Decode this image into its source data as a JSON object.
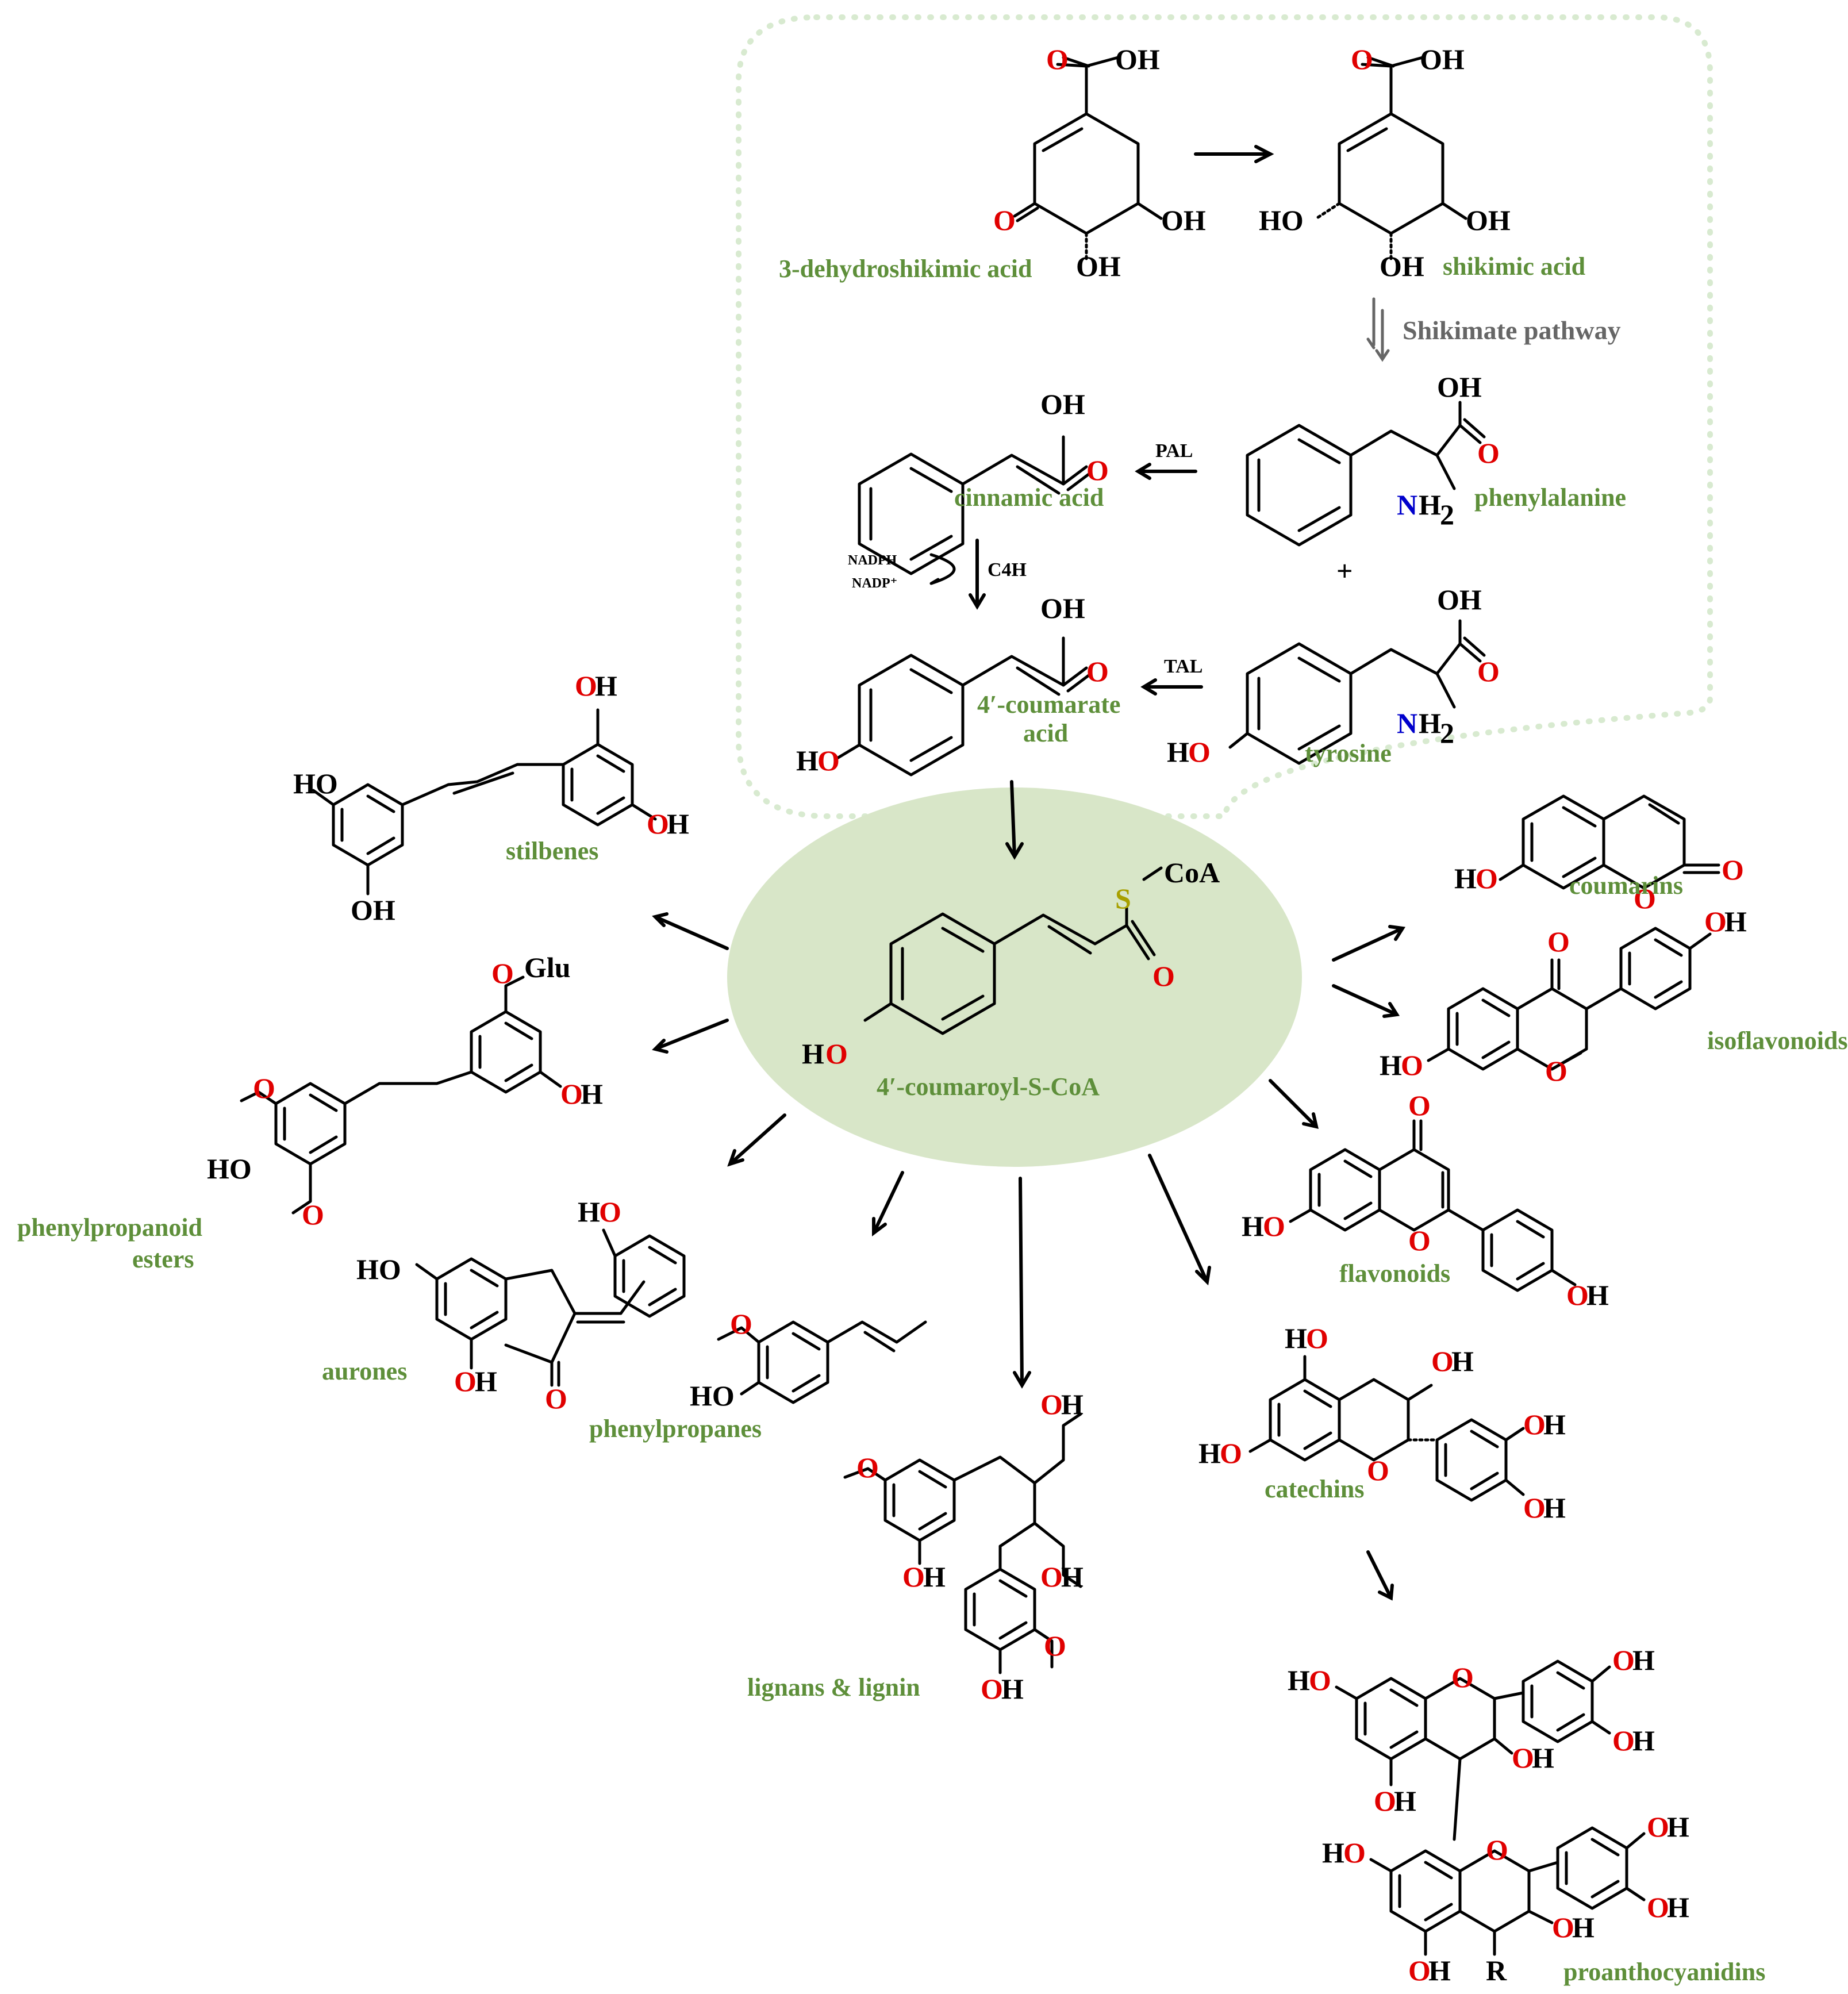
{
  "compounds": {
    "dehydroshikimic": "3-dehydroshikimic acid",
    "shikimic": "shikimic acid",
    "cinnamic": "cinnamic acid",
    "phenylalanine": "phenylalanine",
    "coumarate_1": "4′-coumarate",
    "coumarate_2": "acid",
    "tyrosine": "tyrosine",
    "central": "4′-coumaroyl-S-CoA",
    "stilbenes": "stilbenes",
    "phenylpropanoid_esters_1": "phenylpropanoid",
    "phenylpropanoid_esters_2": "esters",
    "aurones": "aurones",
    "phenylpropanes": "phenylpropanes",
    "lignans": "lignans & lignin",
    "coumarins": "coumarins",
    "isoflavonoids": "isoflavonoids",
    "flavonoids": "flavonoids",
    "catechins": "catechins",
    "proanthocyanidins": "proanthocyanidins"
  },
  "pathway_labels": {
    "shikimate_pathway": "Shikimate pathway",
    "plus": "+"
  },
  "enzymes": {
    "pal": "PAL",
    "c4h": "C4H",
    "tal": "TAL",
    "nadph": "NADPH",
    "nadp": "NADP⁺"
  },
  "atoms": {
    "O": "O",
    "OH": "OH",
    "HO": "HO",
    "N": "N",
    "H2": "H",
    "sub2": "2",
    "S": "S",
    "CoA": "CoA",
    "Glu": "Glu",
    "R": "R"
  },
  "colors": {
    "compound_name": "#5e8f3a",
    "oxygen": "#e00000",
    "nitrogen": "#0000cc",
    "sulfur": "#a8a000",
    "central_ellipse": "#d8e6c8",
    "dotted_box": "#d8ead0",
    "shikimate_arrow": "#666666"
  }
}
